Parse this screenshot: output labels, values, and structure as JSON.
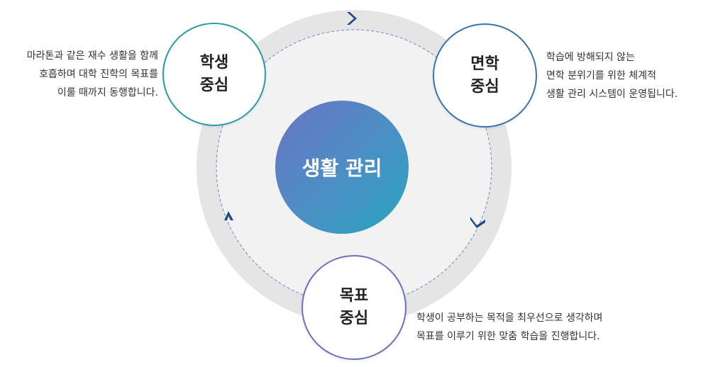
{
  "center": {
    "label": "생활 관리"
  },
  "nodes": {
    "student": {
      "line1": "학생",
      "line2": "중심"
    },
    "study": {
      "line1": "면학",
      "line2": "중심"
    },
    "goal": {
      "line1": "목표",
      "line2": "중심"
    }
  },
  "descriptions": {
    "student": [
      "마라톤과 같은 재수 생활을 함께",
      "호흡하며 대학 진학의 목표를",
      "이룰 때까지 동행합니다."
    ],
    "study": [
      "학습에 방해되지 않는",
      "면학 분위기를 위한 체계적",
      "생활 관리 시스템이 운영됩니다."
    ],
    "goal": [
      "학생이 공부하는 목적을 최우선으로 생각하며",
      "목표를 이루기 위한 맞춤 학습을 진행합니다."
    ]
  },
  "colors": {
    "ring": "#e5e5e5",
    "inner_disc": "#f2f2f2",
    "dashed_path": "#6f86c4",
    "arrow": "#1f4a86",
    "student_border": "#2a9aa8",
    "study_border": "#3a74a8",
    "goal_border": "#6a72c0",
    "center_gradient": [
      "#6a72c6",
      "#4e8ec4",
      "#2aa4c0"
    ]
  },
  "icons": [
    "chevron-right-icon",
    "chevron-down-icon",
    "chevron-up-icon"
  ]
}
